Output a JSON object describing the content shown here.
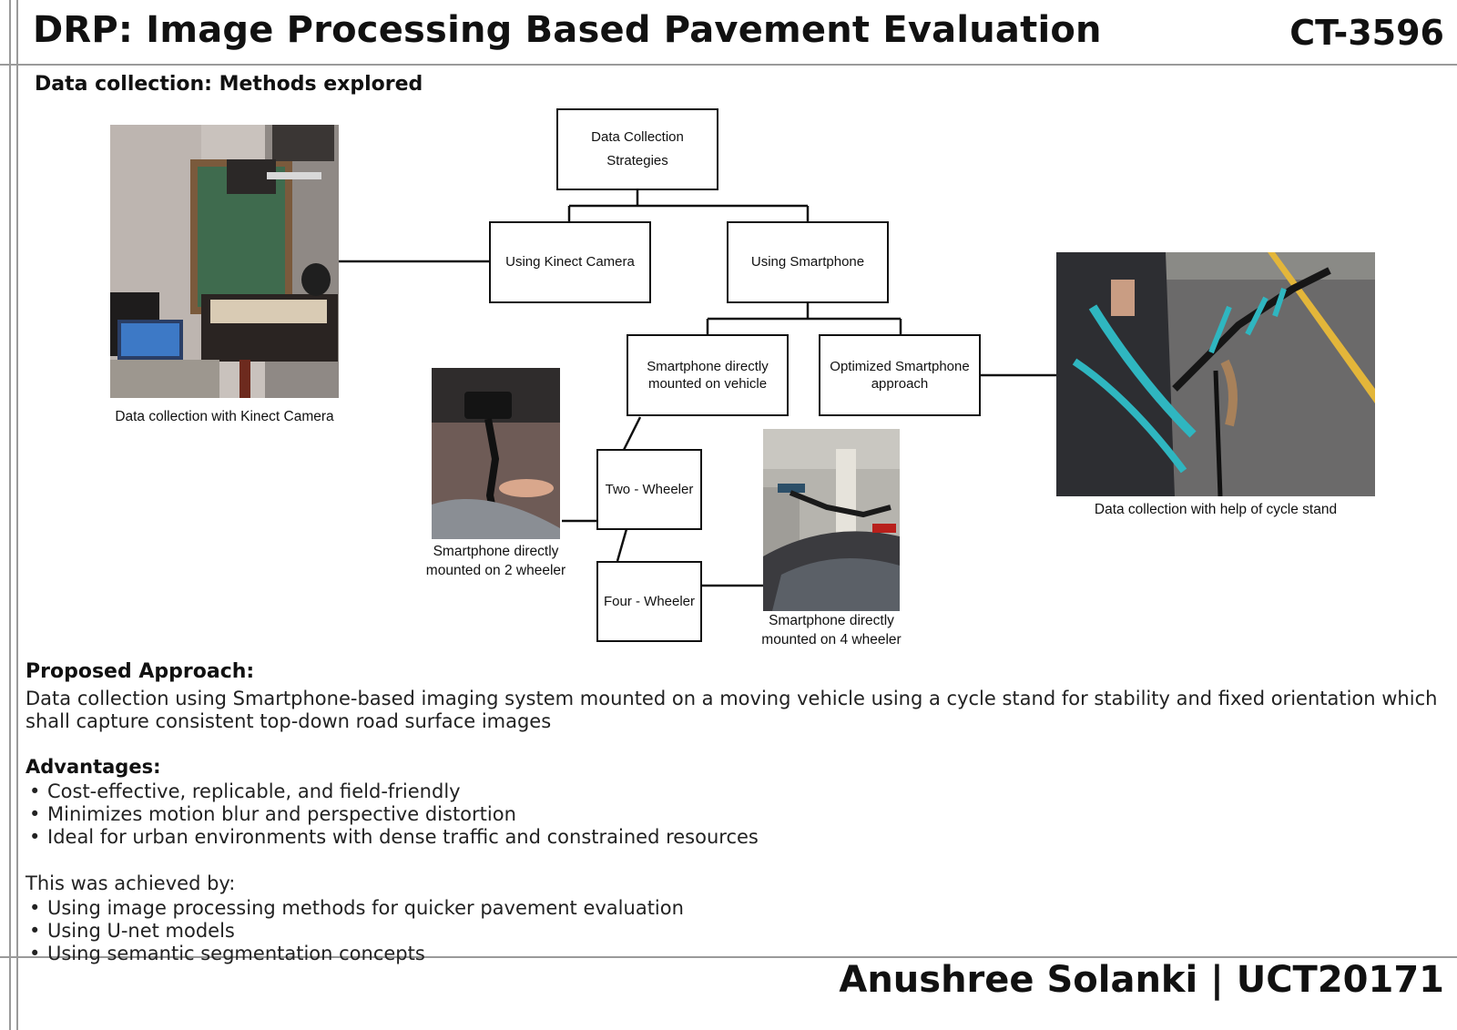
{
  "header": {
    "title": "DRP: Image Processing Based Pavement Evaluation",
    "code": "CT-3596"
  },
  "section_label": "Data collection: Methods explored",
  "diagram": {
    "root": "Data Collection Strategies",
    "kinect": "Using Kinect Camera",
    "smartphone": "Using Smartphone",
    "direct": "Smartphone directly mounted on vehicle",
    "optimized": "Optimized Smartphone approach",
    "two_wheeler": "Two - Wheeler",
    "four_wheeler": "Four - Wheeler"
  },
  "captions": {
    "kinect": "Data collection with Kinect Camera",
    "two_wheeler_line1": "Smartphone directly",
    "two_wheeler_line2": "mounted on 2 wheeler",
    "four_wheeler_line1": "Smartphone directly",
    "four_wheeler_line2": "mounted on 4 wheeler",
    "cycle_stand": "Data collection with help of cycle stand"
  },
  "proposed": {
    "heading": "Proposed Approach:",
    "text": "Data collection using Smartphone-based imaging system mounted on a moving vehicle using a cycle stand for stability and fixed orientation which shall capture consistent top-down road surface images"
  },
  "advantages": {
    "heading": "Advantages:",
    "items": [
      "Cost-effective, replicable, and field-friendly",
      "Minimizes motion blur and perspective distortion",
      "Ideal for urban environments with dense traffic and constrained resources"
    ]
  },
  "achieved": {
    "intro": "This was achieved by:",
    "items": [
      "Using image processing methods for quicker pavement evaluation",
      "Using U-net models",
      "Using semantic segmentation concepts"
    ]
  },
  "footer": {
    "author": "Anushree Solanki | UCT20171"
  }
}
